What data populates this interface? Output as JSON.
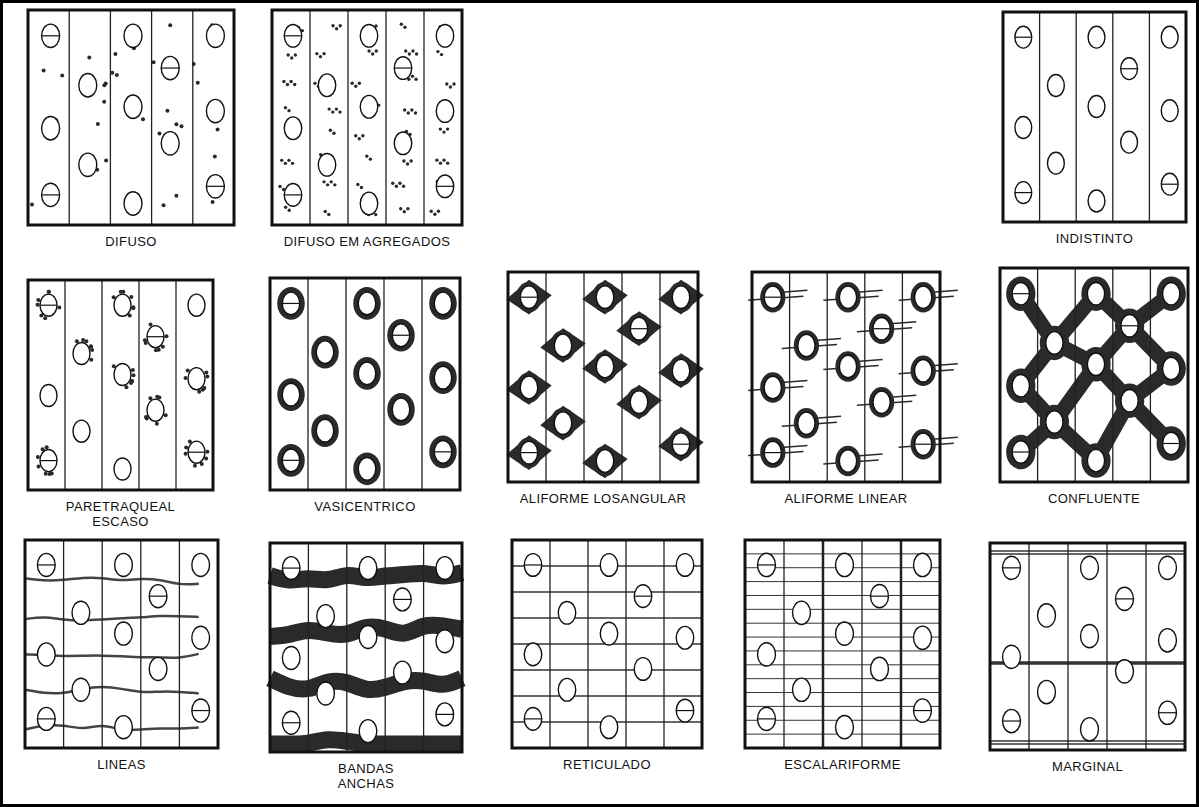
{
  "diagram": {
    "nodes": [
      {
        "text": [
          "DIFUSO"
        ]
      },
      {
        "text": [
          "DIFUSO EM AGREGADOS"
        ]
      },
      {
        "text": [
          "INDISTINTO"
        ]
      },
      {
        "text": [
          "PARETRAQUEAL ESCASO"
        ]
      },
      {
        "text": [
          "VASICENTRICO"
        ]
      },
      {
        "text": [
          "ALIFORME LOSANGULAR"
        ]
      },
      {
        "text": [
          "ALIFORME LINEAR"
        ]
      },
      {
        "text": [
          "CONFLUENTE"
        ]
      },
      {
        "text": [
          "LINEAS"
        ]
      },
      {
        "text": [
          "BANDAS ANCHAS"
        ]
      },
      {
        "text": [
          "RETICULADO"
        ]
      },
      {
        "text": [
          "ESCALARIFORME"
        ]
      },
      {
        "text": [
          "MARGINAL"
        ]
      }
    ]
  }
}
